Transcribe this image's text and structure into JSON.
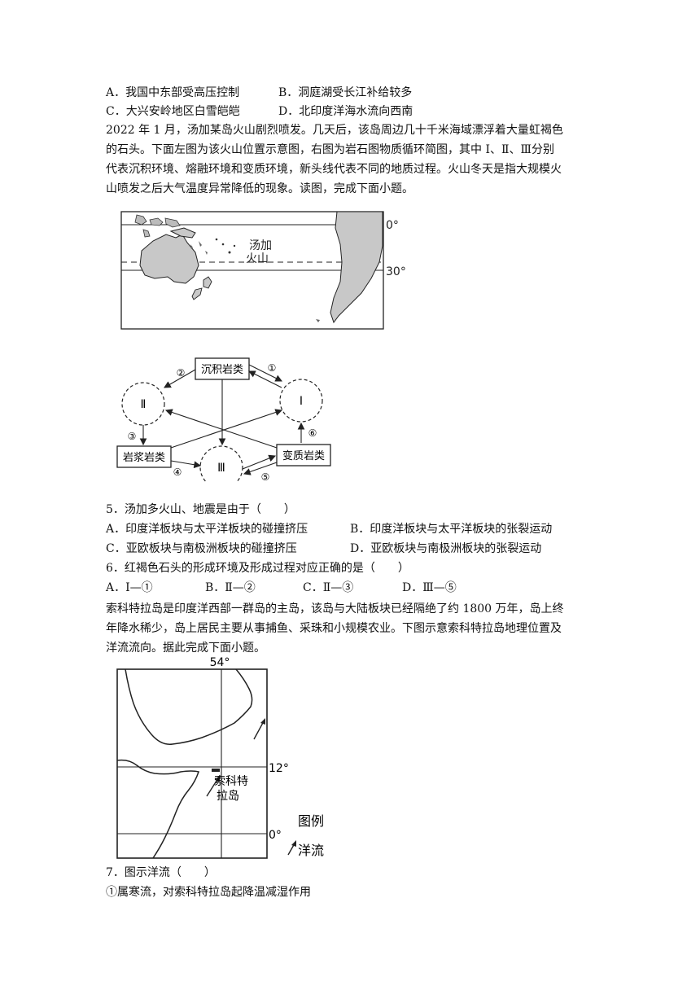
{
  "q4_options": {
    "a": "A．我国中东部受高压控制",
    "b": "B．洞庭湖受长江补给较多",
    "c": "C．大兴安岭地区白雪皑皑",
    "d": "D．北印度洋海水流向西南"
  },
  "passage1": [
    "2022 年 1 月，汤加某岛火山剧烈喷发。几天后，该岛周边几十千米海域漂浮着大量虹褐色",
    "的石头。下面左图为该火山位置示意图，右图为岩石图物质循环简图，其中 Ⅰ、Ⅱ、Ⅲ分别",
    "代表沉积环境、熔融环境和变质环境，新头线代表不同的地质过程。火山冬天是指大规模火",
    "山喷发之后大气温度异常降低的现象。读图，完成下面小题。"
  ],
  "map1": {
    "volcano_label_1": "汤加",
    "volcano_label_2": "火山",
    "lat_0": "0°",
    "lat_30": "30°"
  },
  "rock_cycle": {
    "sedimentary": "沉积岩类",
    "magmatic": "岩浆岩类",
    "metamorphic": "变质岩类",
    "env_1": "Ⅰ",
    "env_2": "Ⅱ",
    "env_3": "Ⅲ",
    "p1": "①",
    "p2": "②",
    "p3": "③",
    "p4": "④",
    "p5": "⑤",
    "p6": "⑥"
  },
  "q5": {
    "stem": "5．汤加多火山、地震是由于（　　）",
    "a": "A．印度洋板块与太平洋板块的碰撞挤压",
    "b": "B．印度洋板块与太平洋板块的张裂运动",
    "c": "C．亚欧板块与南极洲板块的碰撞挤压",
    "d": "D．亚欧板块与南极洲板块的张裂运动"
  },
  "q6": {
    "stem": "6．红褐色石头的形成环境及形成过程对应正确的是（　　）",
    "a": "A．Ⅰ—①",
    "b": "B．Ⅱ—②",
    "c": "C．Ⅱ—③",
    "d": "D．Ⅲ—⑤"
  },
  "passage2": [
    "索科特拉岛是印度洋西部一群岛的主岛，该岛与大陆板块已经隔绝了约 1800 万年，岛上终",
    "年降水稀少，岛上居民主要从事捕鱼、采珠和小规模农业。下图示意索科特拉岛地理位置及",
    "洋流流向。据此完成下面小题。"
  ],
  "map2": {
    "lon_54": "54°",
    "lat_12": "12°",
    "lat_0": "0°",
    "island_1": "索科特",
    "island_2": "拉岛",
    "legend_title": "图例",
    "legend_current": "洋流"
  },
  "q7": {
    "stem": "7．图示洋流（　　）",
    "item1": "①属寒流，对索科特拉岛起降温减湿作用"
  }
}
